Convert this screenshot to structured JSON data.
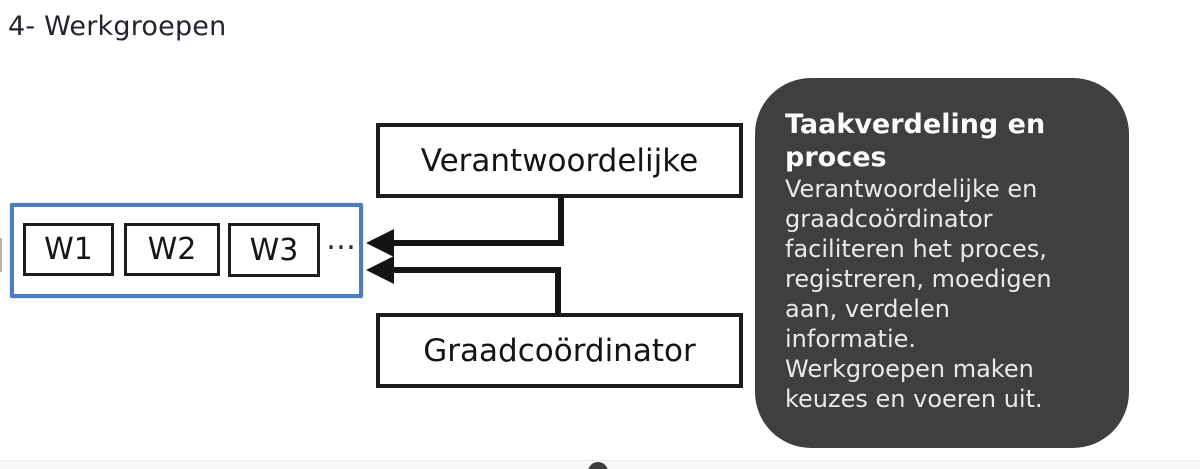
{
  "title": "4- Werkgroepen",
  "workgroups": {
    "items": [
      "W1",
      "W2",
      "W3"
    ],
    "ellipsis": "…"
  },
  "roles": {
    "responsible": "Verantwoordelijke",
    "coordinator": "Graadcoördinator"
  },
  "callout": {
    "title": "Taakverdeling en proces",
    "paragraph1": "Verantwoordelijke en graadcoördinator faciliteren het proces, registreren, moedigen aan, verdelen informatie.",
    "paragraph2": "Werkgroepen maken keuzes en voeren uit."
  },
  "colors": {
    "accent_blue": "#4a7ebc",
    "box_border_black": "#1c1c1c",
    "connector_black": "#141414",
    "callout_background": "#403e40",
    "callout_title_text": "#fcfcfc",
    "callout_body_text": "#e9e9e9",
    "page_title_text": "#21252c"
  }
}
